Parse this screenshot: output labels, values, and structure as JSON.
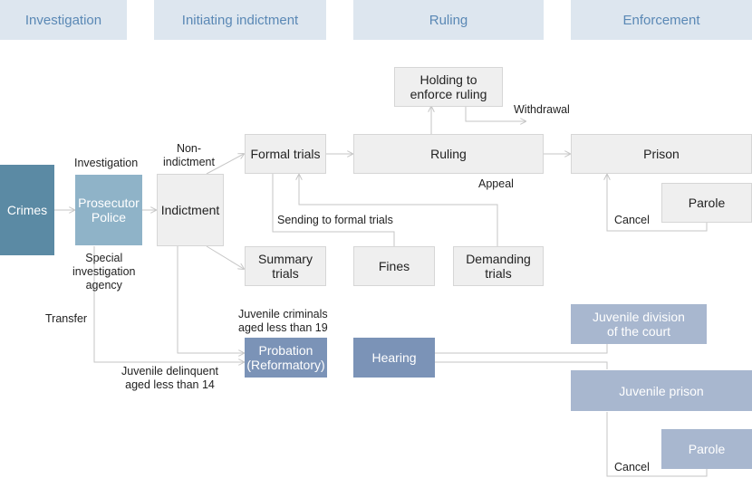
{
  "stages": [
    "Investigation",
    "Initiating indictment",
    "Ruling",
    "Enforcement"
  ],
  "nodes": {
    "crimes": "Crimes",
    "prosecutor_police": "Prosecutor\nPolice",
    "indictment": "Indictment",
    "formal_trials": "Formal trials",
    "summary_trials": "Summary\ntrials",
    "holding": "Holding to\nenforce ruling",
    "ruling": "Ruling",
    "fines": "Fines",
    "demanding_trials": "Demanding\ntrials",
    "prison": "Prison",
    "parole": "Parole",
    "probation": "Probation\n(Reformatory)",
    "hearing": "Hearing",
    "juvenile_division": "Juvenile division\nof the court",
    "juvenile_prison": "Juvenile prison",
    "juvenile_parole": "Parole"
  },
  "labels": {
    "investigation": "Investigation",
    "non_indictment": "Non-\nindictment",
    "withdrawal": "Withdrawal",
    "appeal": "Appeal",
    "sending": "Sending to formal trials",
    "cancel_top": "Cancel",
    "special_agency": "Special\ninvestigation\nagency",
    "transfer": "Transfer",
    "juvenile_criminals": "Juvenile criminals\naged less than 19",
    "juvenile_delinquent": "Juvenile delinquent\naged less than 14",
    "cancel_bottom": "Cancel"
  },
  "colors": {
    "stage_bg": "#dde6ef",
    "stage_text": "#5a88b5",
    "box_gray": "#efefef",
    "crimes": "#5b8aa4",
    "prosecutor": "#8fb3c8",
    "probation": "#7b93b7",
    "juvenile": "#a8b7cf",
    "line": "#c6c6c6"
  }
}
